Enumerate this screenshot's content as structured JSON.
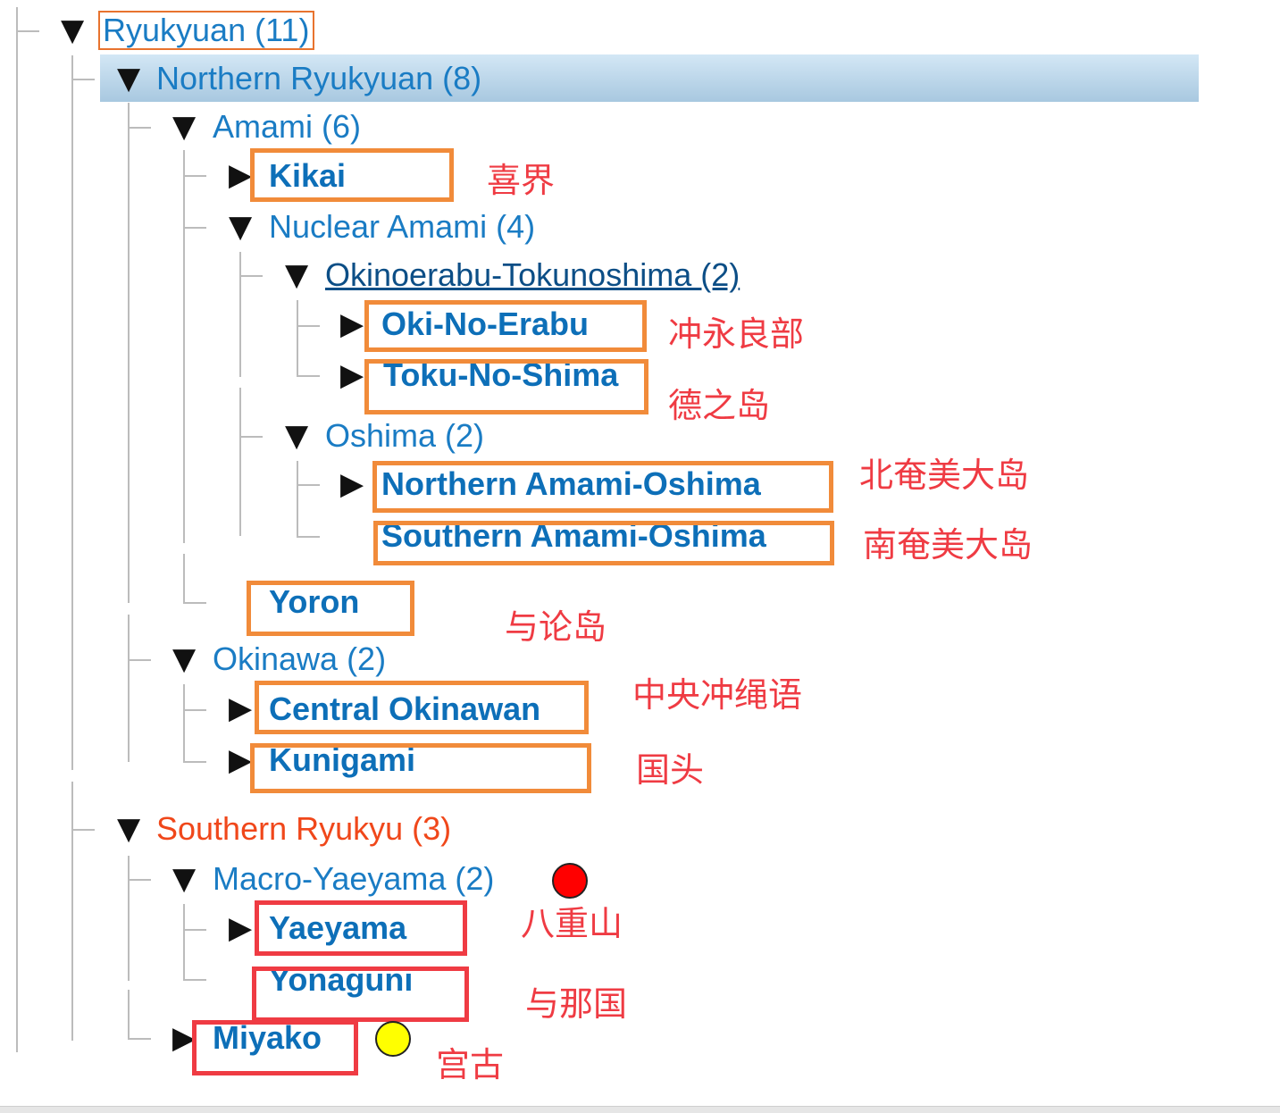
{
  "tree": {
    "root": "Ryukyuan (11)",
    "northern": "Northern Ryukyuan (8)",
    "amami": "Amami (6)",
    "kikai": "Kikai",
    "nuclear_amami": "Nuclear Amami (4)",
    "oki_toku": "Okinoerabu-Tokunoshima (2)",
    "oki_no_erabu": "Oki-No-Erabu",
    "toku_no_shima": "Toku-No-Shima",
    "oshima": "Oshima (2)",
    "northern_amami_oshima": "Northern Amami-Oshima",
    "southern_amami_oshima": "Southern Amami-Oshima",
    "yoron": "Yoron",
    "okinawa": "Okinawa (2)",
    "central_okinawan": "Central Okinawan",
    "kunigami": "Kunigami",
    "southern": "Southern Ryukyu (3)",
    "macro_yaeyama": "Macro-Yaeyama (2)",
    "yaeyama": "Yaeyama",
    "yonaguni": "Yonaguni",
    "miyako": "Miyako"
  },
  "annotations": {
    "kikai": "喜界",
    "oki_no_erabu": "冲永良部",
    "toku_no_shima": "德之岛",
    "northern_amami_oshima": "北奄美大岛",
    "southern_amami_oshima": "南奄美大岛",
    "yoron": "与论岛",
    "central_okinawan": "中央冲绳语",
    "kunigami": "国头",
    "yaeyama": "八重山",
    "yonaguni": "与那国",
    "miyako": "宫古"
  },
  "glyphs": {
    "expanded": "▼",
    "collapsed": "▶"
  },
  "colors": {
    "link": "#1a7cc4",
    "leaf": "#0d6fb8",
    "southern": "#f0471a",
    "box_orange": "#f18b3a",
    "box_red": "#ef3b43",
    "annotation": "#ef3b43",
    "dot_red": "#ff0000",
    "dot_yellow": "#ffff00"
  }
}
